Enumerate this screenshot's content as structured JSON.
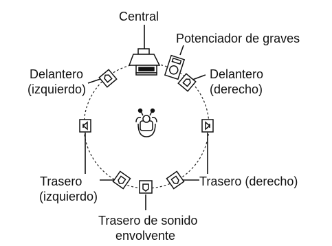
{
  "labels": {
    "center": "Central",
    "subwoofer": "Potenciador de graves",
    "front_left_1": "Delantero",
    "front_left_2": "(izquierdo)",
    "front_right_1": "Delantero",
    "front_right_2": "(derecho)",
    "rear_left_1": "Trasero",
    "rear_left_2": "(izquierdo)",
    "rear_right": "Trasero (derecho)",
    "rear_surround_1": "Trasero de sonido",
    "rear_surround_2": "envolvente"
  },
  "colors": {
    "ink": "#111111",
    "background": "#ffffff"
  },
  "icons": [
    "tv-icon",
    "subwoofer-icon",
    "speaker-icon",
    "listener-icon"
  ]
}
